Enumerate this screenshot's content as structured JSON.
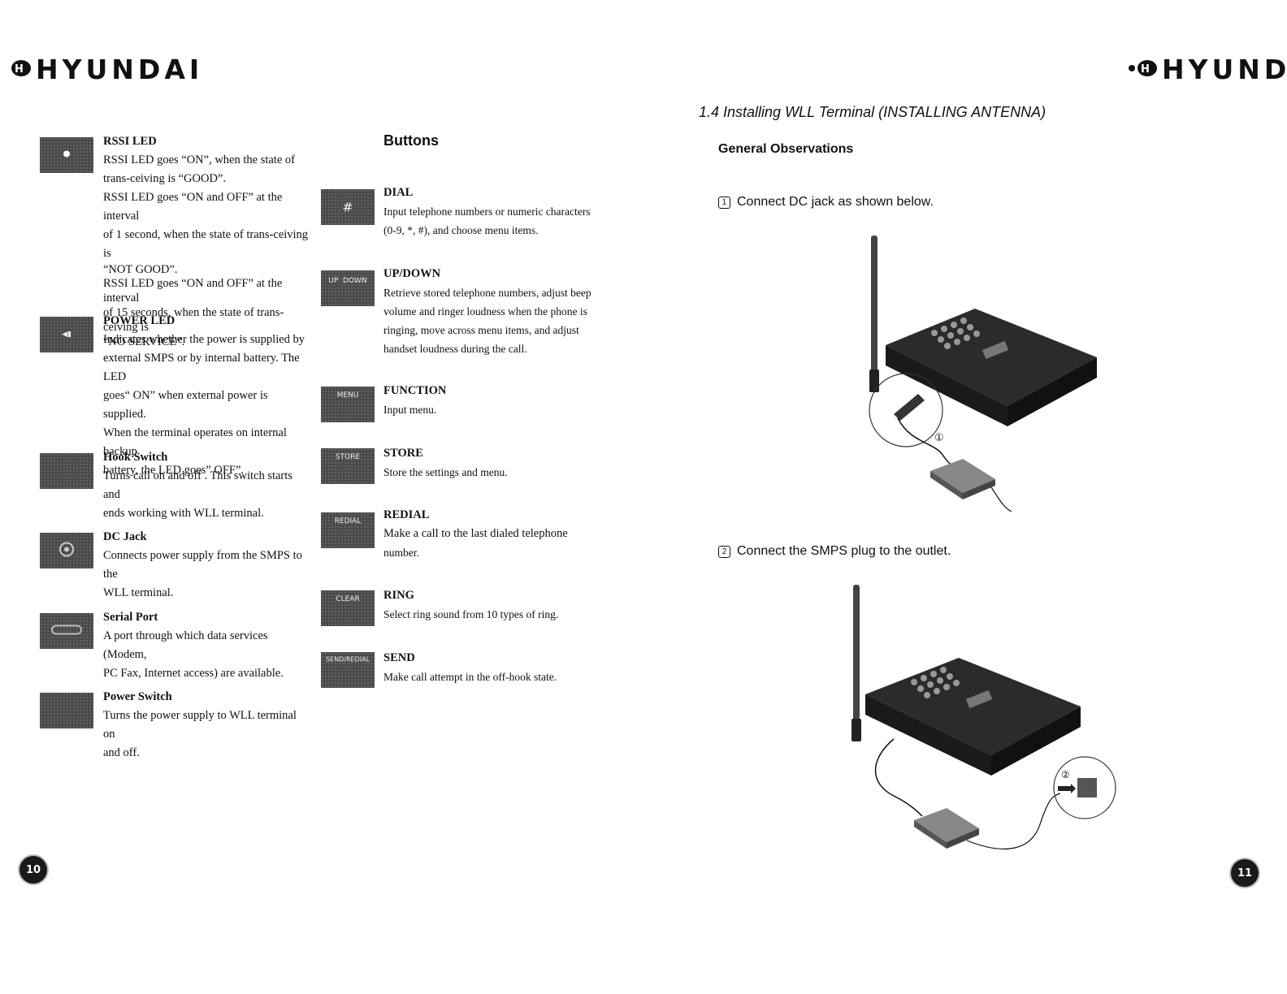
{
  "brand": {
    "left_logo": "HYUNDAI",
    "right_logo": "HYUNDA"
  },
  "left_column": [
    {
      "title": "RSSI LED",
      "lines": [
        "RSSI LED goes “ON”, when the state of",
        "trans-ceiving is “GOOD”.",
        "RSSI LED goes “ON and OFF” at the interval",
        "of 1 second, when the state of trans-ceiving is",
        "“NOT GOOD”.",
        "RSSI LED goes “ON and OFF” at the interval",
        "of 15 seconds, when the state of trans-ceiving is",
        "“NO SERVICE”."
      ]
    },
    {
      "title": "POWER LED",
      "lines": [
        "Indicates whether the power is supplied by",
        "external SMPS or by internal battery. The LED",
        "goes“ ON” when external power is supplied.",
        "When the terminal operates on internal backup",
        "battery, the LED goes” OFF”."
      ]
    },
    {
      "title": "Hook Switch",
      "lines": [
        "Turns call on and off . This switch starts and",
        "ends working with WLL terminal."
      ]
    },
    {
      "title": "DC Jack",
      "lines": [
        "Connects power supply from the SMPS to the",
        "WLL terminal."
      ]
    },
    {
      "title": "Serial Port",
      "lines": [
        "A port through which data services (Modem,",
        "PC Fax, Internet access) are available."
      ]
    },
    {
      "title": "Power Switch",
      "lines": [
        "Turns the power supply to WLL terminal on",
        "and off."
      ]
    }
  ],
  "buttons_title": "Buttons",
  "buttons": [
    {
      "title": "DIAL",
      "icon": "#",
      "lines": [
        "Input telephone numbers or numeric characters",
        "(0-9, *, #), and choose menu items."
      ]
    },
    {
      "title": "UP/DOWN",
      "icon": "UP  DOWN",
      "lines": [
        "Retrieve stored telephone numbers, adjust beep",
        "volume and ringer loudness when the phone is",
        "ringing, move across menu items, and adjust",
        "handset loudness during the call."
      ]
    },
    {
      "title": "FUNCTION",
      "icon": "MENU",
      "lines": [
        "Input menu."
      ]
    },
    {
      "title": "STORE",
      "icon": "STORE",
      "lines": [
        "Store the settings and menu."
      ]
    },
    {
      "title": "REDIAL",
      "icon": "REDIAL",
      "lines": [
        "Make a call to the last dialed  telephone",
        "number."
      ]
    },
    {
      "title": "RING",
      "icon": "CLEAR",
      "lines": [
        "Select ring sound from 10 types of ring."
      ]
    },
    {
      "title": "SEND",
      "icon": "SEND/REDIAL",
      "lines": [
        "Make call attempt in the off-hook state."
      ]
    }
  ],
  "right_page": {
    "heading": "1.4 Installing WLL Terminal (INSTALLING ANTENNA)",
    "subheading": "General Observations",
    "step1": {
      "num": "1",
      "text": "Connect DC jack as shown below."
    },
    "step2": {
      "num": "2",
      "text": "Connect the SMPS plug to the outlet."
    },
    "callout1": "①",
    "callout2": "②"
  },
  "page_numbers": {
    "left": "10",
    "right": "11"
  }
}
